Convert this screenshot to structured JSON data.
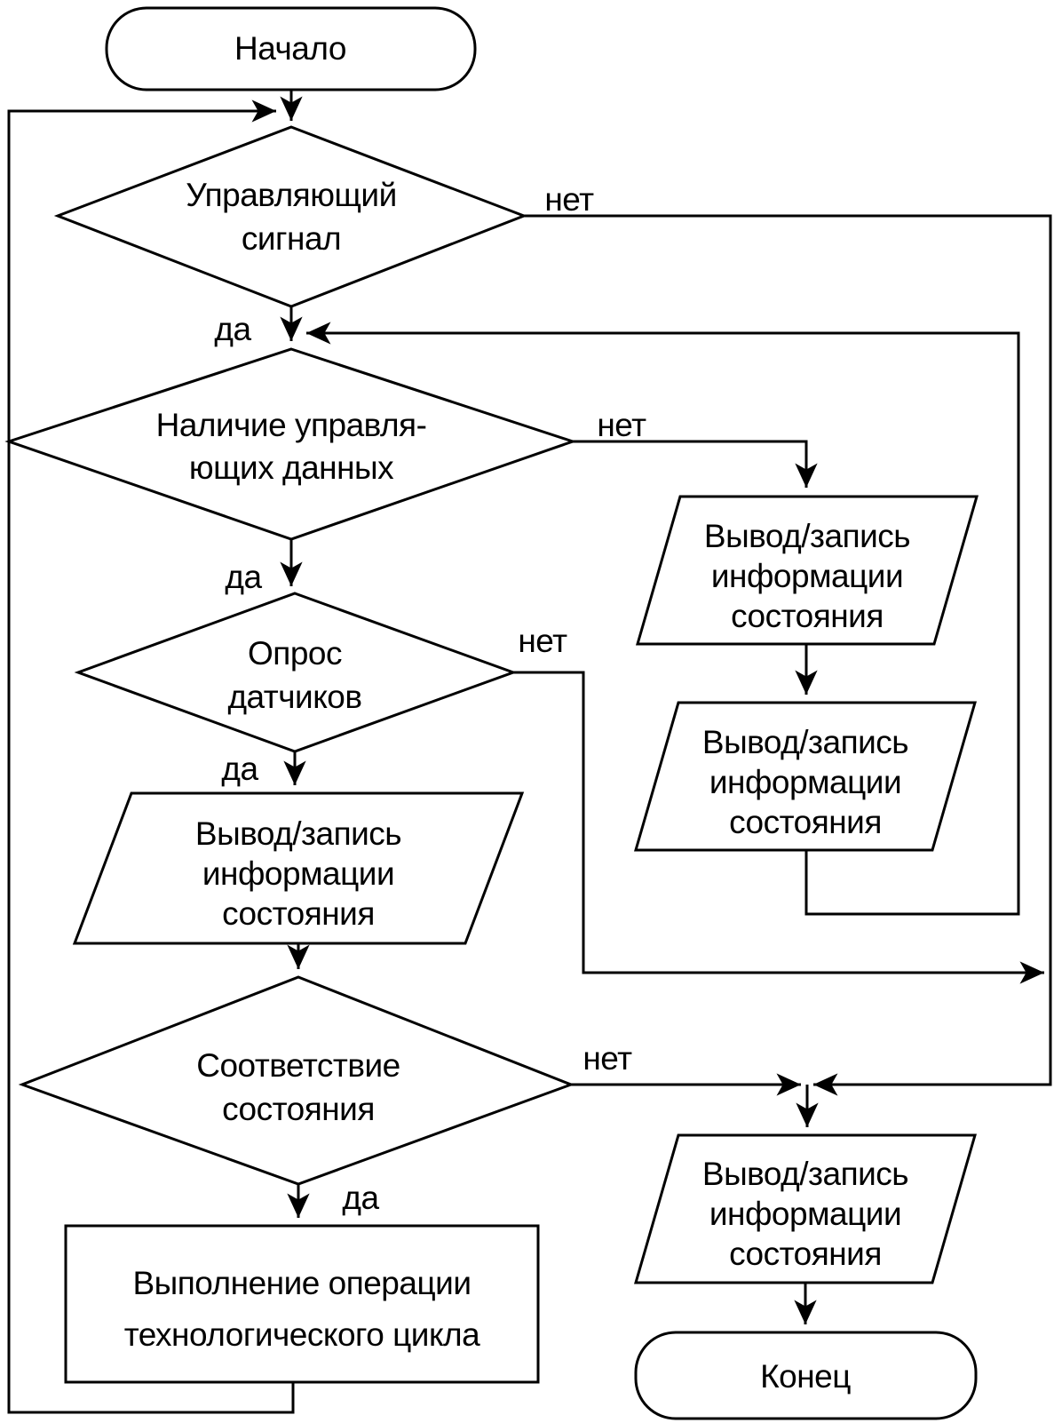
{
  "colors": {
    "background": "#ffffff",
    "stroke": "#000000",
    "text": "#000000"
  },
  "flowchart": {
    "start": {
      "label": "Начало"
    },
    "decisions": {
      "control_signal": {
        "lines": [
          "Управляющий",
          "сигнал"
        ],
        "yes": "да",
        "no": "нет"
      },
      "control_data": {
        "lines": [
          "Наличие управля-",
          "ющих данных"
        ],
        "yes": "да",
        "no": "нет"
      },
      "sensor_poll": {
        "lines": [
          "Опрос",
          "датчиков"
        ],
        "yes": "да",
        "no": "нет"
      },
      "state_match": {
        "lines": [
          "Соответствие",
          "состояния"
        ],
        "yes": "да",
        "no": "нет"
      }
    },
    "io_blocks": {
      "right_top": {
        "lines": [
          "Вывод/запись",
          "информации",
          "состояния"
        ]
      },
      "right_bottom": {
        "lines": [
          "Вывод/запись",
          "информации",
          "состояния"
        ]
      },
      "left": {
        "lines": [
          "Вывод/запись",
          "информации",
          "состояния"
        ]
      },
      "final": {
        "lines": [
          "Вывод/запись",
          "информации",
          "состояния"
        ]
      }
    },
    "process": {
      "lines": [
        "Выполнение операции",
        "технологического цикла"
      ]
    },
    "end": {
      "label": "Конец"
    }
  }
}
